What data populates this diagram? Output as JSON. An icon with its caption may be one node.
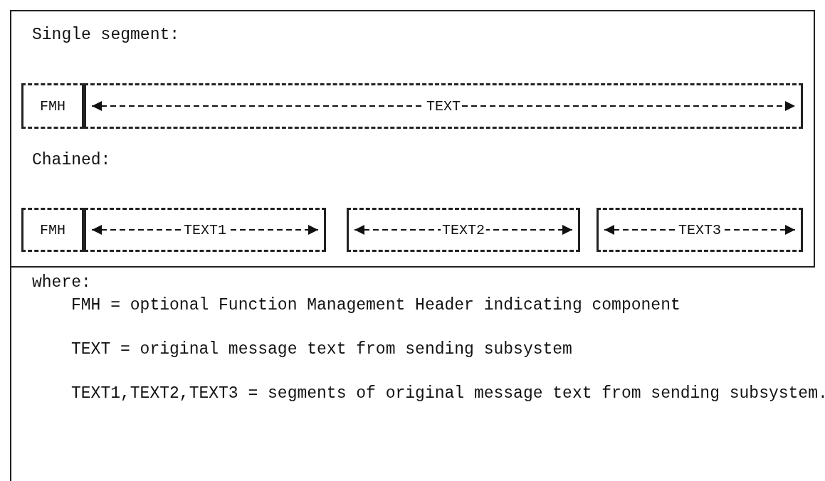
{
  "diagram": {
    "nodes": [
      {
        "text": [
          "FMH"
        ]
      },
      {
        "text": [
          "TEXT"
        ]
      },
      {
        "text": [
          "FMH"
        ]
      },
      {
        "text": [
          "TEXT1"
        ]
      },
      {
        "text": [
          "TEXT2"
        ]
      },
      {
        "text": [
          "TEXT3"
        ]
      }
    ],
    "labels": [
      "Single segment:",
      "Chained:",
      "where:",
      "FMH = optional Function Management Header indicating component",
      "TEXT = original message text from sending subsystem",
      "TEXT1,TEXT2,TEXT3 = segments of original message text from sending subsystem."
    ]
  }
}
